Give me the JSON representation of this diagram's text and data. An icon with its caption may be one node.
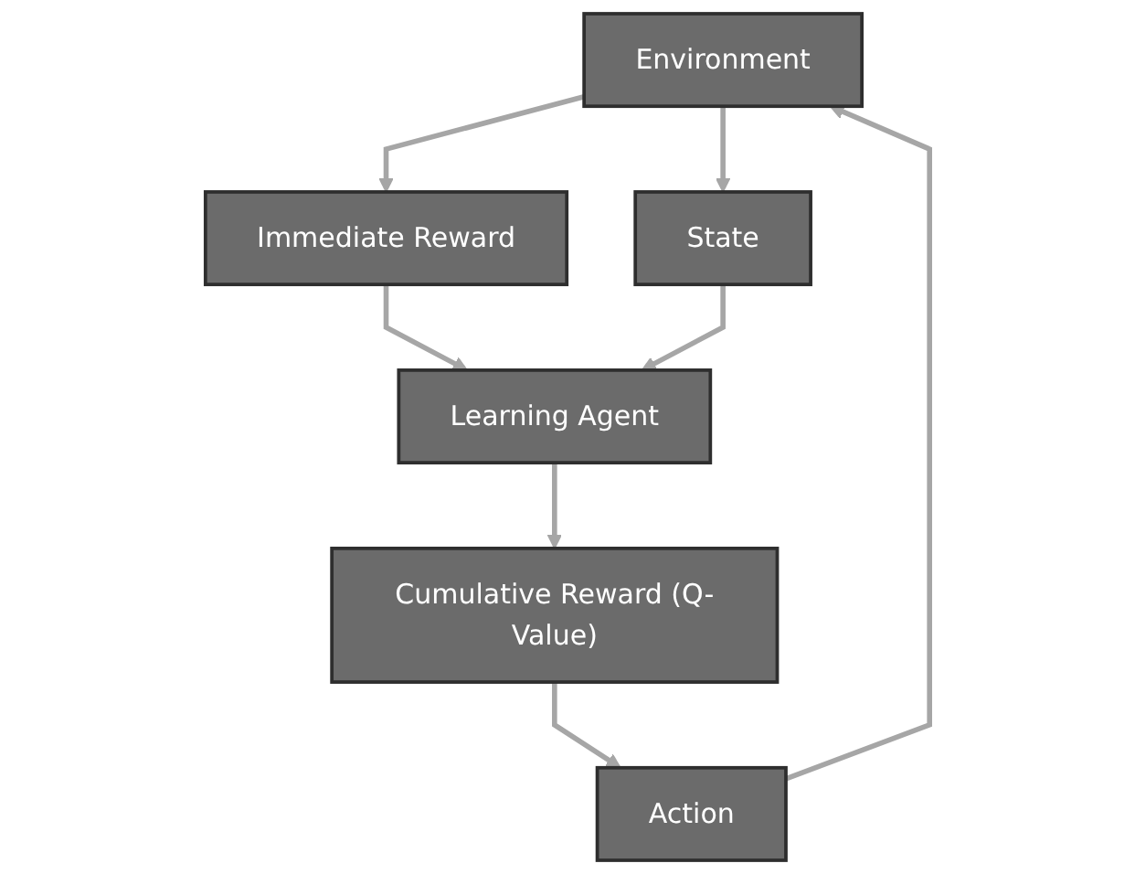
{
  "diagram": {
    "nodes": [
      {
        "text": [
          "Environment"
        ]
      },
      {
        "text": [
          "Immediate Reward"
        ]
      },
      {
        "text": [
          "Action"
        ]
      },
      {
        "text": [
          "State"
        ]
      },
      {
        "text": [
          "Cumulative Reward (Q-Value)"
        ]
      },
      {
        "text": [
          "Learning Agent"
        ]
      }
    ],
    "edges": [
      {
        "from": 0,
        "to": 1,
        "arrow": "to"
      },
      {
        "from": 0,
        "to": 3,
        "arrow": "to"
      },
      {
        "from": 2,
        "to": 0,
        "arrow": "to"
      },
      {
        "from": 1,
        "to": 5,
        "arrow": "to"
      },
      {
        "from": 3,
        "to": 5,
        "arrow": "to"
      },
      {
        "from": 4,
        "to": 2,
        "arrow": "to"
      },
      {
        "from": 5,
        "to": 4,
        "arrow": "to"
      }
    ]
  }
}
